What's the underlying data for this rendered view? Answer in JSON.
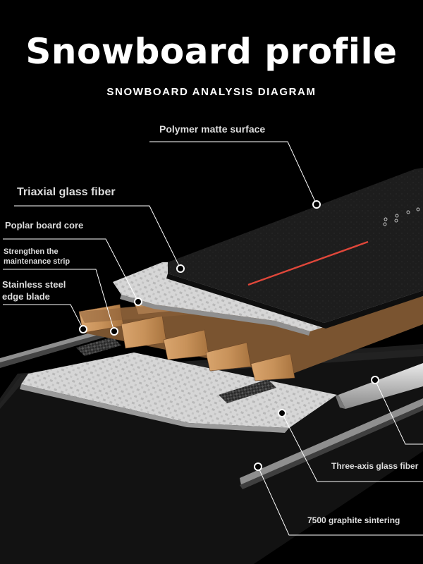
{
  "title": "Snowboard profile",
  "subtitle": "SNOWBOARD ANALYSIS DIAGRAM",
  "labels": {
    "polymer": "Polymer matte surface",
    "triaxial": "Triaxial glass fiber",
    "poplar": "Poplar board core",
    "strengthen_line1": "Strengthen the",
    "strengthen_line2": "maintenance strip",
    "steel_line1": "Stainless steel",
    "steel_line2": "edge blade",
    "three_axis": "Three-axis glass fiber",
    "graphite": "7500 graphite sintering"
  },
  "colors": {
    "background": "#000000",
    "topsheet": "#1c1c1c",
    "fiber": "#d9d9d9",
    "wood": "#c8925a",
    "base": "#161616",
    "accent_stripe": "#e0473a",
    "edge_steel": "#cfcfcf",
    "leader_line": "#ffffff"
  }
}
